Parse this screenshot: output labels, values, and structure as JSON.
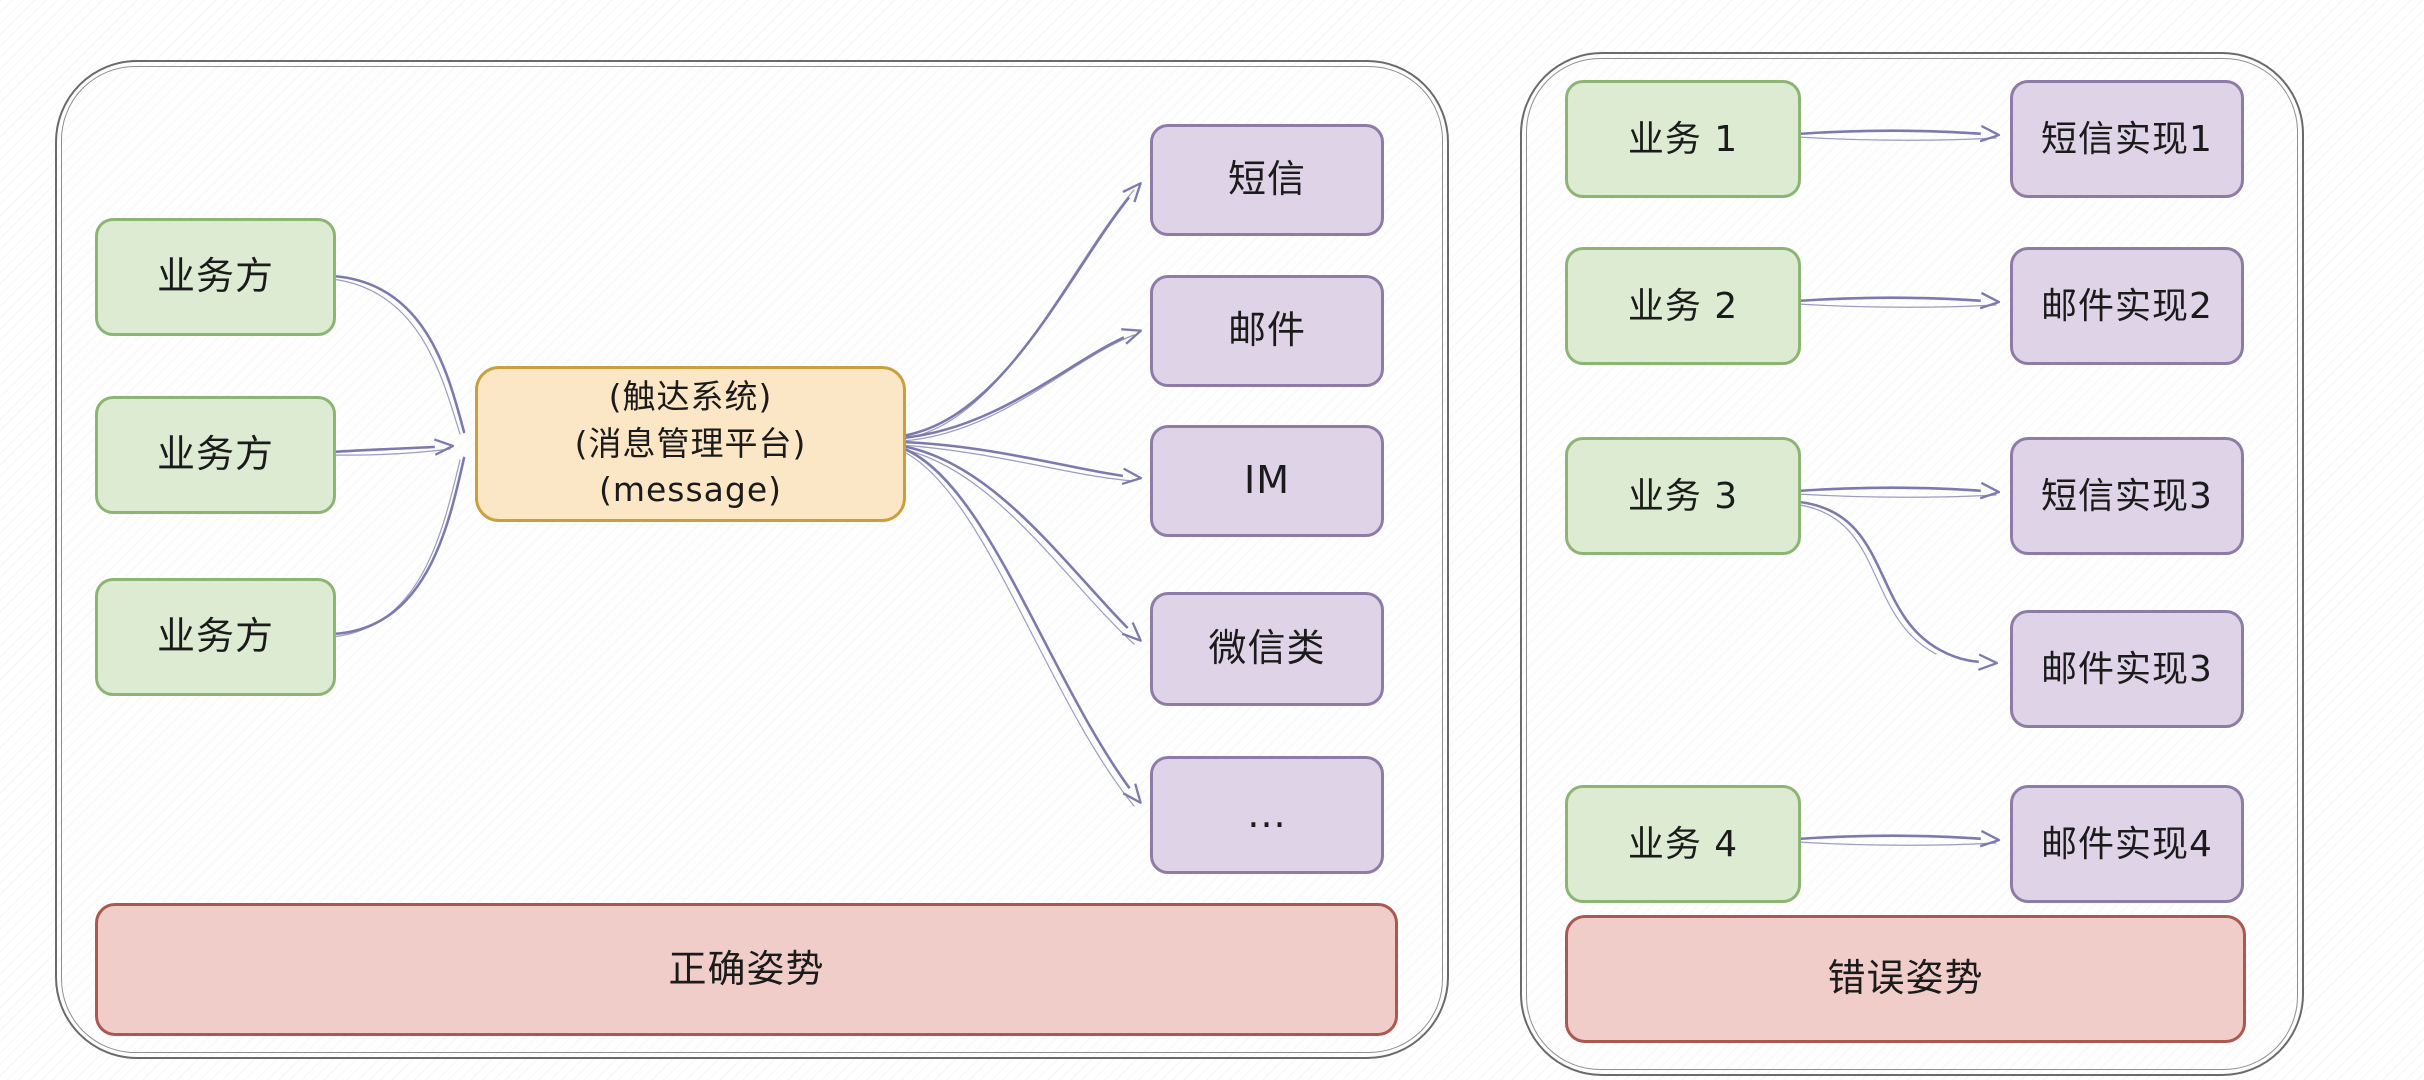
{
  "left_panel": {
    "title_semantic": "correct approach panel",
    "sources": [
      "业务方",
      "业务方",
      "业务方"
    ],
    "hub": {
      "lines": [
        "(触达系统)",
        "(消息管理平台)",
        "(message)"
      ]
    },
    "channels": [
      "短信",
      "邮件",
      "IM",
      "微信类",
      "..."
    ],
    "banner": "正确姿势"
  },
  "right_panel": {
    "title_semantic": "wrong approach panel",
    "businesses": [
      "业务 1",
      "业务 2",
      "业务 3",
      "业务 4"
    ],
    "implementations": [
      "短信实现1",
      "邮件实现2",
      "短信实现3",
      "邮件实现3",
      "邮件实现4"
    ],
    "banner": "错误姿势"
  },
  "colors": {
    "source_fill": "#dcebd1",
    "source_border": "#8cb573",
    "channel_fill": "#ded3e7",
    "channel_border": "#8d7ca7",
    "hub_fill": "#fbe6c6",
    "hub_border": "#c8a03c",
    "banner_fill": "#f1cdc9",
    "banner_border": "#aa5850",
    "arrow": "#7c7aad",
    "panel_border": "#6a6a6a"
  }
}
